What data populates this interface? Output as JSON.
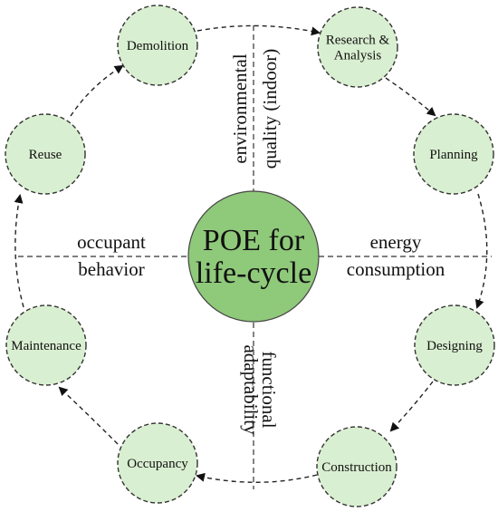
{
  "colors": {
    "node_fill": "#d9efd1",
    "center_fill": "#8fc97a",
    "line": "#222222"
  },
  "center": {
    "line1": "POE for",
    "line2": "life-cycle"
  },
  "axes": {
    "top": {
      "line1": "environmental",
      "line2": "quality (indoor)"
    },
    "bottom": {
      "line1": "functional",
      "line2": "adaptability"
    },
    "left": {
      "line1": "occupant",
      "line2": "behavior"
    },
    "right": {
      "line1": "energy",
      "line2": "consumption"
    }
  },
  "stages": [
    {
      "id": "demolition",
      "lines": [
        "Demolition"
      ]
    },
    {
      "id": "research",
      "lines": [
        "Research &",
        "Analysis"
      ]
    },
    {
      "id": "planning",
      "lines": [
        "Planning"
      ]
    },
    {
      "id": "designing",
      "lines": [
        "Designing"
      ]
    },
    {
      "id": "construction",
      "lines": [
        "Construction"
      ]
    },
    {
      "id": "occupancy",
      "lines": [
        "Occupancy"
      ]
    },
    {
      "id": "maintenance",
      "lines": [
        "Maintenance"
      ]
    },
    {
      "id": "reuse",
      "lines": [
        "Reuse"
      ]
    }
  ]
}
